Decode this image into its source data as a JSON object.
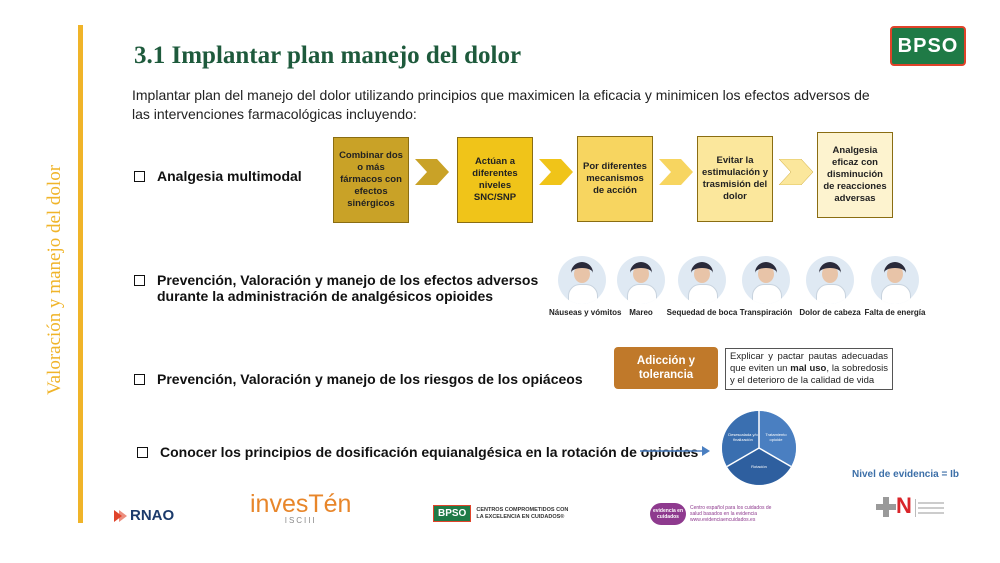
{
  "side_title": "Valoración y manejo del dolor",
  "title": "3.1 Implantar plan manejo del dolor",
  "brand_badge": "BPSO",
  "intro": "Implantar plan del manejo del dolor utilizando principios que maximicen la eficacia y minimicen los efectos adversos de las intervenciones farmacológicas incluyendo:",
  "bullets": {
    "b1": "Analgesia multimodal",
    "b2_line1": "Prevención, Valoración y manejo de los efectos adversos",
    "b2_line2": "durante la administración de analgésicos opioides",
    "b3": "Prevención, Valoración y manejo de los riesgos de los opiáceos",
    "b4": "Conocer los principios de dosificación equianalgésica en la rotación de opioides"
  },
  "flow": [
    {
      "text": "Combinar dos o más fármacos con efectos sinérgicos",
      "color": "#c9a227"
    },
    {
      "text": "Actúan a diferentes niveles SNC/SNP",
      "color": "#f0c419"
    },
    {
      "text": "Por diferentes mecanismos de acción",
      "color": "#f7d560"
    },
    {
      "text": "Evitar la estimulación y trasmisión del dolor",
      "color": "#fbe79c"
    },
    {
      "text": "Analgesia eficaz con disminución de reacciones adversas",
      "color": "#fdf3cf"
    }
  ],
  "effects": [
    "Náuseas y vómitos",
    "Mareo",
    "Sequedad de boca",
    "Transpiración",
    "Dolor de cabeza",
    "Falta de energía"
  ],
  "risk": {
    "label": "Adicción y tolerancia",
    "text_pre": "Explicar y pactar pautas adecuadas que eviten un ",
    "text_bold": "mal uso",
    "text_post": ", la sobredosis y el deterioro de la calidad de vida"
  },
  "cycle": [
    "Desescalada y/o finalización",
    "Tratamiento opioide",
    "Rotación"
  ],
  "evidence": "Nivel de evidencia = Ib",
  "footer": {
    "rnao": "RNAO",
    "investen": "invesTén",
    "investen_sub": "ISCIII",
    "bpso": "BPSO",
    "centros": "CENTROS COMPROMETIDOS CON LA EXCELENCIA EN CUIDADOS®",
    "evidencia_badge": "evidencia en cuidados",
    "evidencia_text": "Centro español para los cuidados de salud basados en la evidencia",
    "evidencia_url": "www.evidenciaencuidados.es",
    "navarra": "N"
  }
}
